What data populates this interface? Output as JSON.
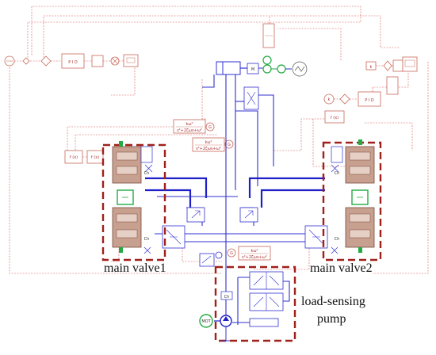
{
  "labels": {
    "main_valve1": "main valve1",
    "main_valve2": "main valve2",
    "load_sensing_line1": "load-sensing",
    "load_sensing_line2": "pump"
  },
  "blocks": {
    "pid": "P I D",
    "motor": "M",
    "cylinder": "Ch",
    "fx": "f (x)",
    "k": "k",
    "motor_source": "MOT",
    "gain": "G",
    "tf_num": "kω²",
    "tf_den": "s²+2ζωs+ω²"
  },
  "colors": {
    "hydraulic": "#2020c8",
    "signal": "#dd5555",
    "group_border": "#a0201a",
    "valve_body": "#c8a090",
    "sensor": "#22aa44"
  }
}
